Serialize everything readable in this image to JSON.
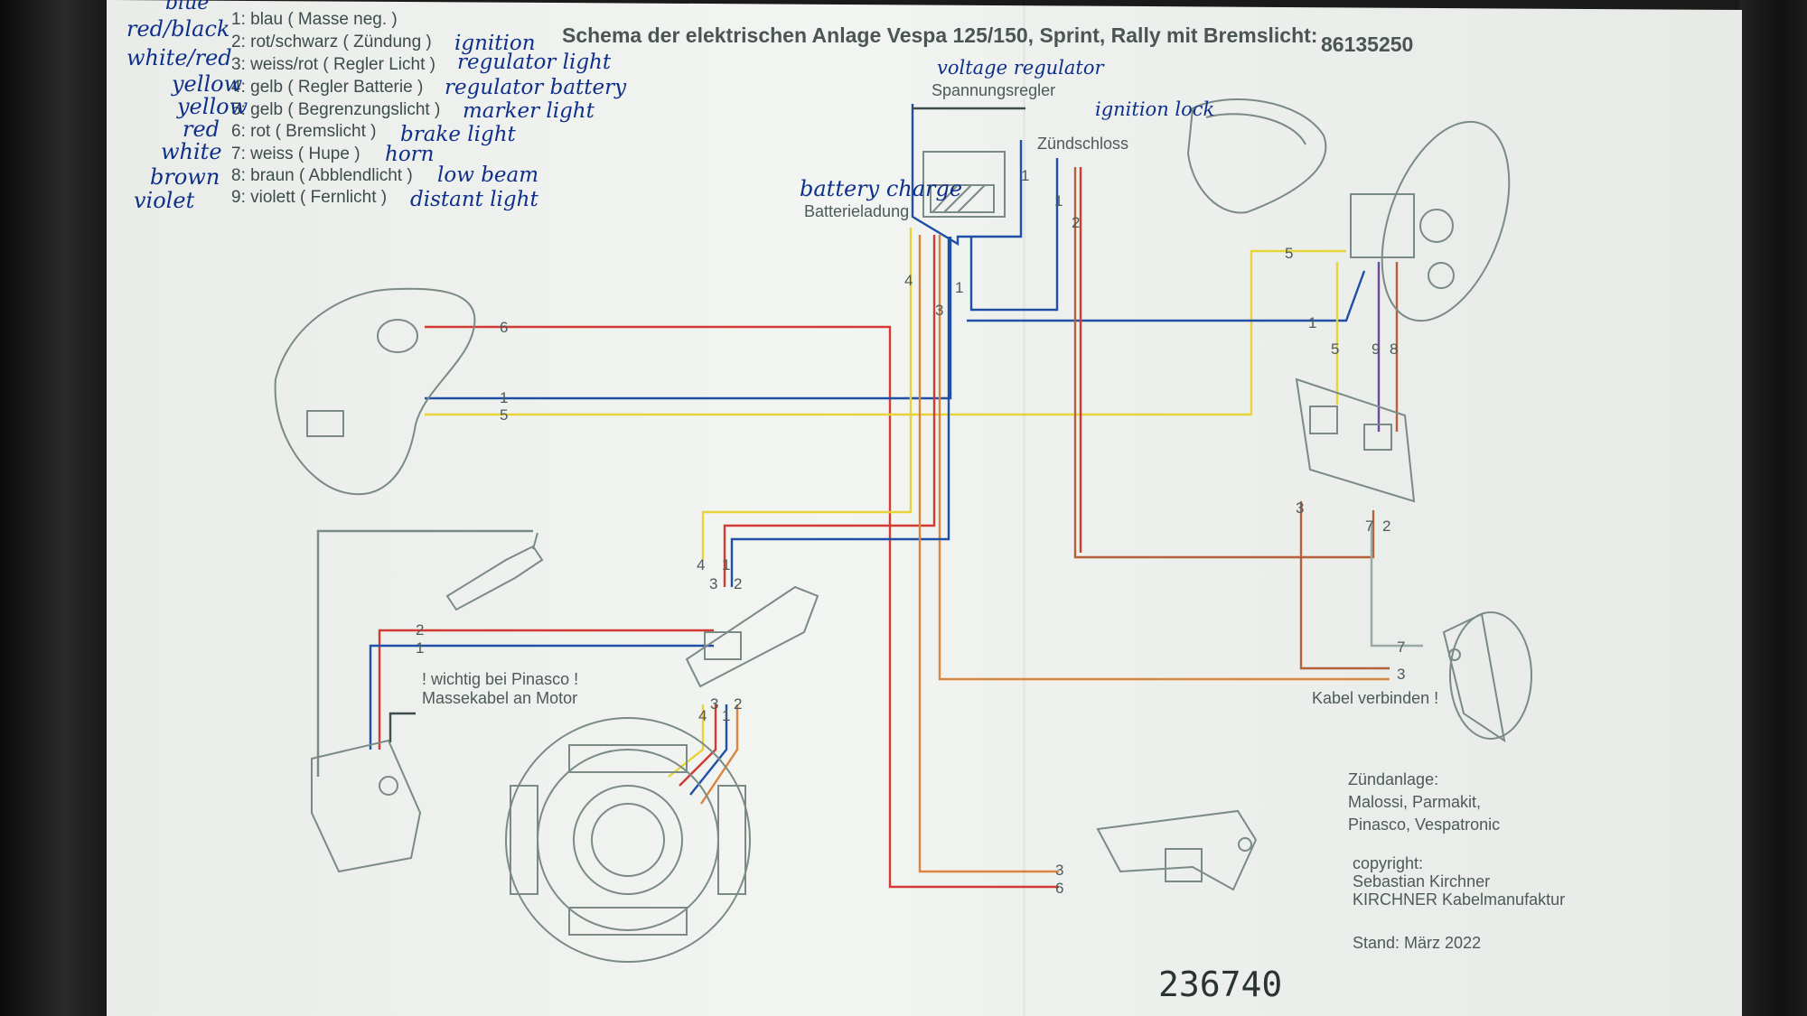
{
  "title": "Schema der elektrischen Anlage Vespa 125/150, Sprint, Rally mit Bremslicht:",
  "title_code": "86135250",
  "legend": [
    {
      "text": "1: blau ( Masse neg. )",
      "note": "blue"
    },
    {
      "text": "2: rot/schwarz ( Zündung )",
      "note": "red/black",
      "translation": "ignition"
    },
    {
      "text": "3: weiss/rot ( Regler Licht )",
      "note": "white/red",
      "translation": "regulator light"
    },
    {
      "text": "4: gelb ( Regler Batterie )",
      "note": "yellow",
      "translation": "regulator battery"
    },
    {
      "text": "5: gelb ( Begrenzungslicht )",
      "note": "yellow",
      "translation": "marker light"
    },
    {
      "text": "6: rot ( Bremslicht )",
      "note": "red",
      "translation": "brake light"
    },
    {
      "text": "7: weiss ( Hupe )",
      "note": "white",
      "translation": "horn"
    },
    {
      "text": "8: braun ( Abblendlicht )",
      "note": "brown",
      "translation": "low beam"
    },
    {
      "text": "9: violett ( Fernlicht )",
      "note": "violet",
      "translation": "distant light"
    }
  ],
  "labels": {
    "regulator": "Spannungsregler",
    "regulator_hand": "voltage regulator",
    "battery_charge": "Batterieladung",
    "battery_charge_hand": "battery charge",
    "ignition_lock": "Zündschloss",
    "ignition_lock_hand": "ignition lock",
    "pinasco_note_1": "! wichtig bei Pinasco !",
    "pinasco_note_2": "Massekabel an Motor",
    "connect_cable": "Kabel verbinden !",
    "ignition_systems_title": "Zündanlage:",
    "ignition_systems_1": "Malossi, Parmakit,",
    "ignition_systems_2": "Pinasco, Vespatronic",
    "copyright_1": "copyright:",
    "copyright_2": "Sebastian Kirchner",
    "copyright_3": "KIRCHNER Kabelmanufaktur",
    "stand": "Stand: März 2022",
    "serial": "236740"
  },
  "wire_numbers": {
    "taillight_6": "6",
    "taillight_1": "1",
    "taillight_5": "5",
    "reg_1": "1",
    "switch_1": "1",
    "switch_2": "2",
    "bat_4": "4",
    "bat_3": "3",
    "bat_1": "1",
    "head_5": "5",
    "head_1": "1",
    "hb_5": "5",
    "hb_9": "9",
    "hb_8": "8",
    "sw_3": "3",
    "sw_7": "7",
    "sw_2": "2",
    "cb_4": "4",
    "cb_1": "1",
    "cb_3": "3",
    "cb_2": "2",
    "cb_4b": "4",
    "cb_3b": "3",
    "cb_1b": "1",
    "cb_2b": "2",
    "coil_2": "2",
    "coil_1": "1",
    "horn_7": "7",
    "horn_3": "3",
    "brake_3": "3",
    "brake_6": "6"
  },
  "colors": {
    "blue": "#1f4fa6",
    "red": "#d23a32",
    "yellow": "#e8d43a",
    "brown": "#b5603a",
    "violet": "#6a4a9a",
    "orange": "#d9843f",
    "gray": "#7a8a86",
    "ink": "#0e2f8a"
  }
}
